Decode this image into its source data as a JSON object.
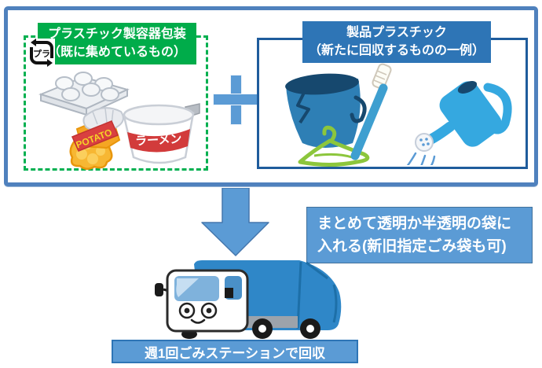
{
  "diagram": {
    "top_section": {
      "border_color": "#4F81BD",
      "left_box": {
        "title_line1": "プラスチック製容器包装",
        "title_line2": "（既に集めているもの）",
        "header_color": "#00AC4A",
        "border_color": "#00B050",
        "recycle_mark_label": "プラ",
        "items": [
          "egg-carton",
          "potato-chip-bag",
          "cup-ramen"
        ],
        "potato_bag_text": "POTATO",
        "ramen_cup_text": "ラーメン"
      },
      "plus_sign": "+",
      "plus_color": "#5B9BD5",
      "right_box": {
        "title_line1": "製品プラスチック",
        "title_line2": "（新たに回収するものの一例）",
        "header_color": "#2E75B6",
        "border_color": "#1F5C9C",
        "items": [
          "broken-bucket",
          "plastic-hanger",
          "toothbrush",
          "watering-can"
        ]
      }
    },
    "flow_arrow": {
      "direction": "down",
      "color": "#5B9BD5"
    },
    "note_box": {
      "line1": "まとめて透明か半透明の袋に",
      "line2": "入れる(新旧指定ごみ袋も可)",
      "background": "#5B9BD5",
      "text_color": "#FFFFFF"
    },
    "truck": {
      "illustration": "garbage-truck",
      "body_color": "#2F87C8"
    },
    "caption_bar": {
      "label": "週1回ごみステーションで回収",
      "background": "#5B9BD5",
      "border_color": "#2E75B6"
    }
  }
}
